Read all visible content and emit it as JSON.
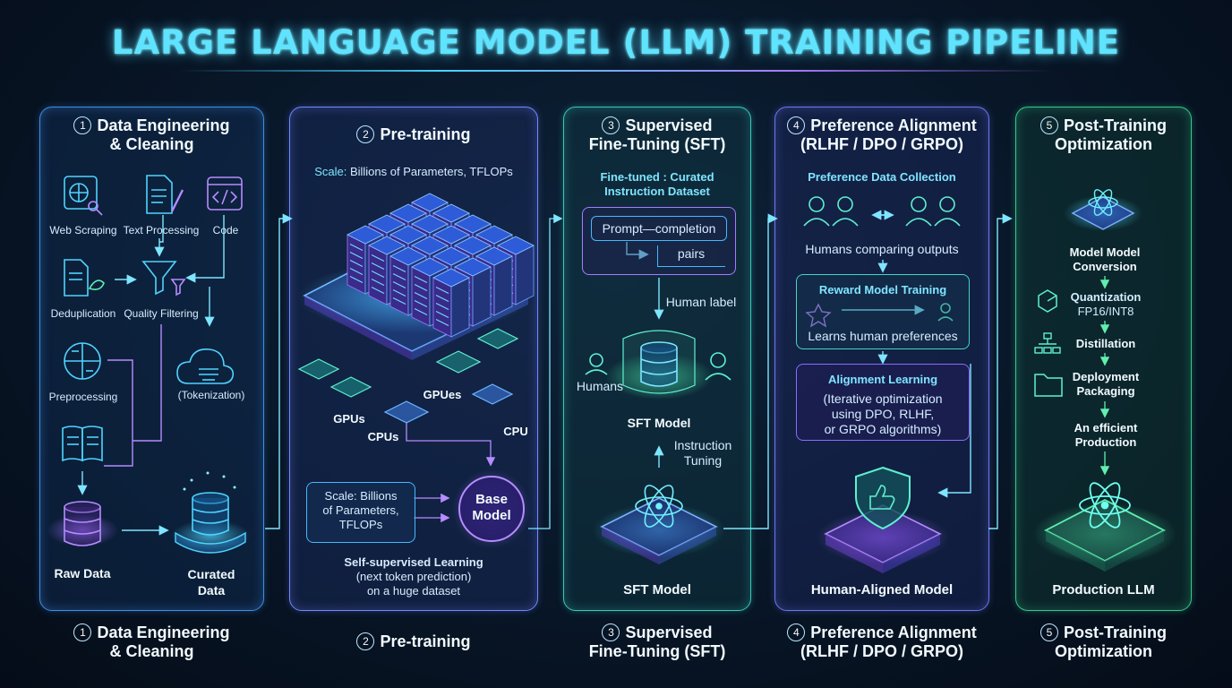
{
  "title": "LARGE LANGUAGE MODEL (LLM) TRAINING PIPELINE",
  "colors": {
    "cyan": "#5fe3ff",
    "purple": "#a67bff",
    "teal": "#38c9b8",
    "green": "#37c98a"
  },
  "stage1": {
    "number": "1",
    "title_l1": "Data Engineering",
    "title_l2": "& Cleaning",
    "web_scraping": "Web Scraping",
    "text_processing": "Text Processing",
    "code": "Code",
    "deduplication": "Deduplication",
    "quality_filtering": "Quality Filtering",
    "preprocessing": "Preprocessing",
    "tokenization": "(Tokenization)",
    "raw_data": "Raw Data",
    "curated_l1": "Curated",
    "curated_l2": "Data",
    "icons": [
      "web-scraping-icon",
      "text-processing-icon",
      "code-icon",
      "deduplication-icon",
      "filter-icon",
      "preprocessing-icon",
      "cloud-icon",
      "book-icon",
      "database-icon"
    ]
  },
  "stage2": {
    "number": "2",
    "title": "Pre-training",
    "scale_top_prefix": "Scale:",
    "scale_top_rest": " Billions of Parameters, TFLOPs",
    "gpus": "GPUs",
    "cpus": "CPUs",
    "gpues": "GPUes",
    "cpu": "CPU",
    "scale_box_l1": "Scale: Billions",
    "scale_box_l2": "of Parameters,",
    "scale_box_l3": "TFLOPs",
    "base_l1": "Base",
    "base_l2": "Model",
    "ssl_l1": "Self-supervised Learning",
    "ssl_l2": "(next token prediction)",
    "ssl_l3": "on a huge dataset"
  },
  "stage3": {
    "number": "3",
    "title_l1": "Supervised",
    "title_l2": "Fine-Tuning (SFT)",
    "dataset_l1": "Fine-tuned : Curated",
    "dataset_l2": "Instruction Dataset",
    "prompt_completion": "Prompt—completion",
    "pairs": "pairs",
    "human_label": "Human label",
    "humans": "Humans",
    "sft_model_mid": "SFT Model",
    "instruction_l1": "Instruction",
    "instruction_l2": "Tuning",
    "sft_model_bottom": "SFT Model"
  },
  "stage4": {
    "number": "4",
    "title_l1": "Preference Alignment",
    "title_l2": "(RLHF / DPO / GRPO)",
    "pref_collection": "Preference Data Collection",
    "humans_comparing": "Humans comparing outputs",
    "reward_title": "Reward Model Training",
    "learns_pref": "Learns human preferences",
    "alignment_title": "Alignment Learning",
    "alignment_l1": "(Iterative optimization",
    "alignment_l2": "using DPO, RLHF,",
    "alignment_l3": "or GRPO algorithms)",
    "human_aligned": "Human-Aligned Model"
  },
  "stage5": {
    "number": "5",
    "title_l1": "Post-Training",
    "title_l2": "Optimization",
    "model_conv_l1": "Model Model",
    "model_conv_l2": "Conversion",
    "quant_l1": "Quantization",
    "quant_l2": "FP16/INT8",
    "distillation": "Distillation",
    "deploy_l1": "Deployment",
    "deploy_l2": "Packaging",
    "efficient_l1": "An efficient",
    "efficient_l2": "Production",
    "production_llm": "Production LLM"
  },
  "bottom": {
    "s1_l1": "Data Engineering",
    "s1_l2": "& Cleaning",
    "s2": "Pre-training",
    "s3_l1": "Supervised",
    "s3_l2": "Fine-Tuning (SFT)",
    "s4_l1": "Preference Alignment",
    "s4_l2": "(RLHF / DPO / GRPO)",
    "s5_l1": "Post-Training",
    "s5_l2": "Optimization"
  }
}
